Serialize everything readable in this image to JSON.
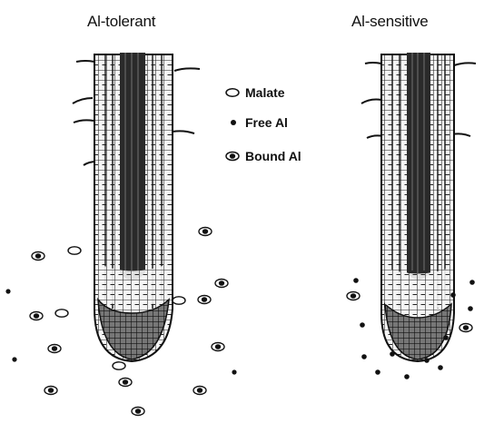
{
  "panels": {
    "left": {
      "title": "Al-tolerant"
    },
    "right": {
      "title": "Al-sensitive"
    }
  },
  "legend": {
    "malate": {
      "label": "Malate",
      "symbol": "malate-icon"
    },
    "free_al": {
      "label": "Free Al",
      "symbol": "free-al-icon"
    },
    "bound_al": {
      "label": "Bound Al",
      "symbol": "bound-al-icon"
    }
  },
  "colors": {
    "ink": "#111111",
    "background": "#ffffff"
  }
}
